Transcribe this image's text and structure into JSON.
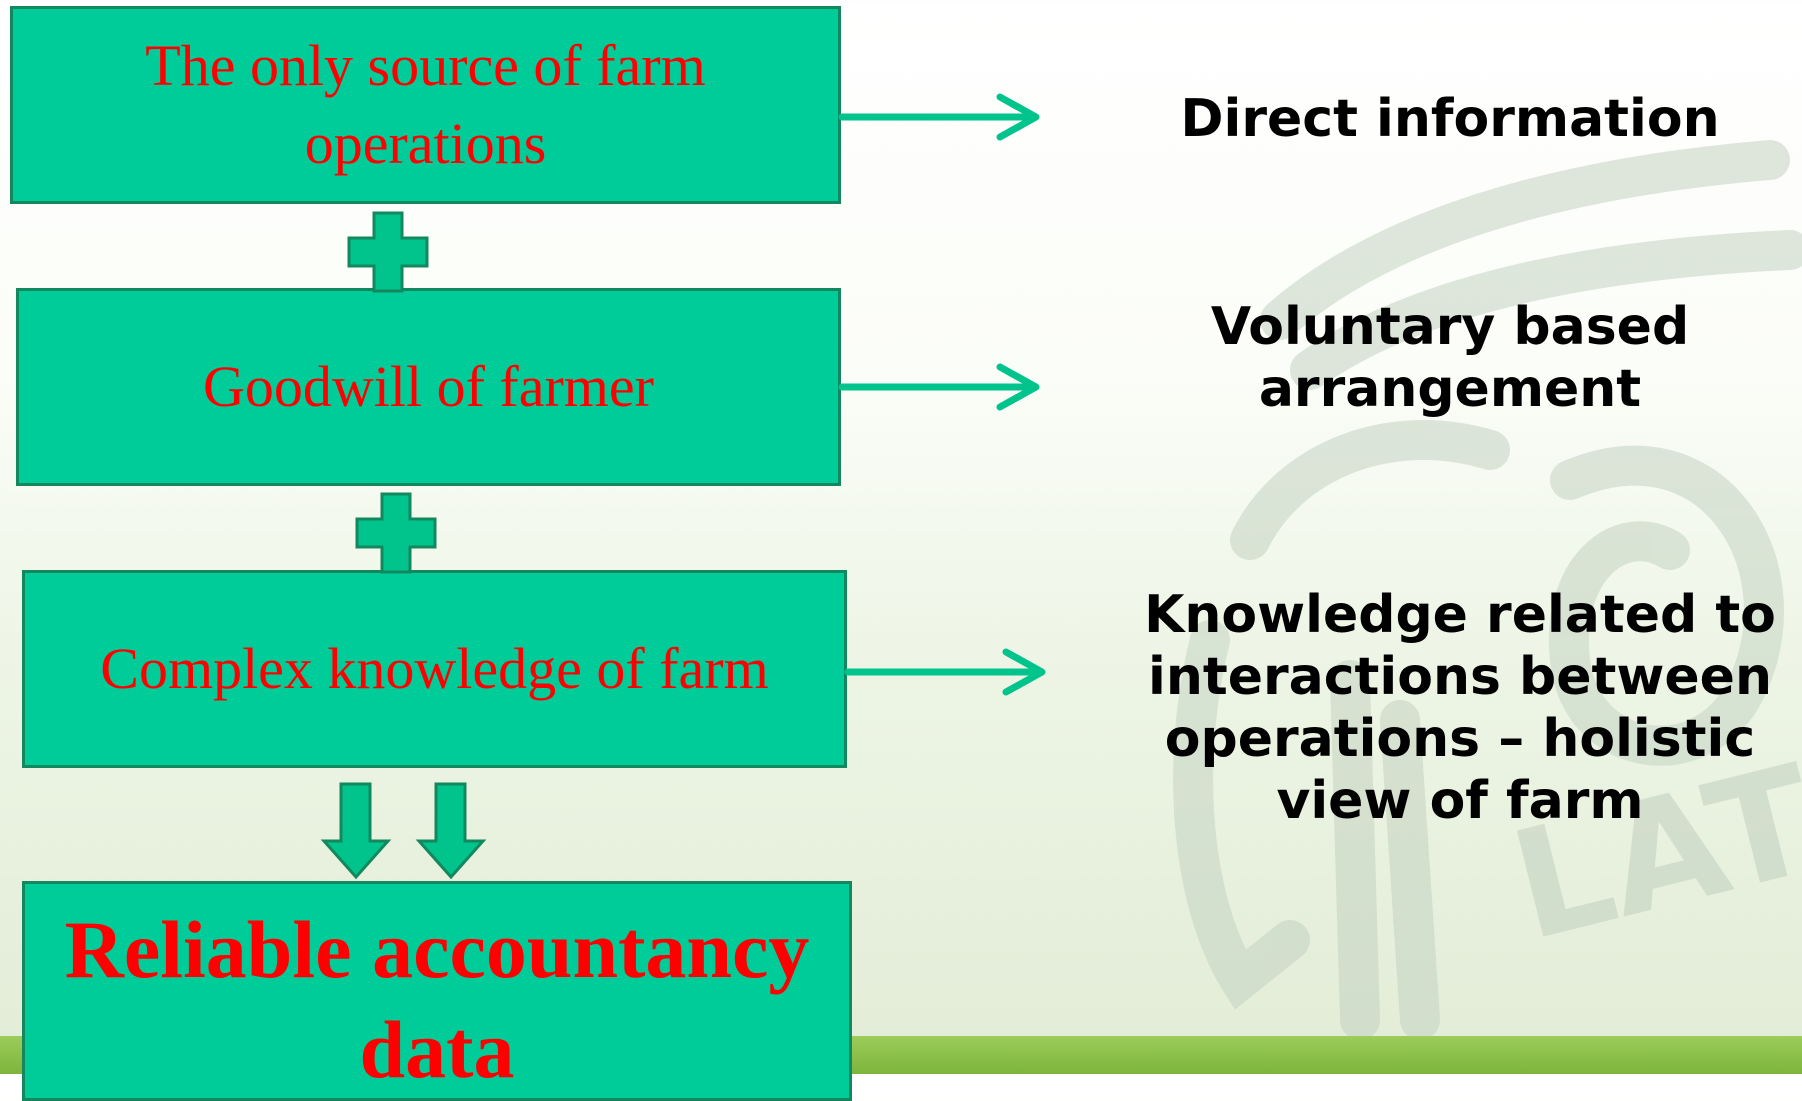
{
  "diagram": {
    "boxes": [
      {
        "id": "source",
        "label": "The only source of farm operations"
      },
      {
        "id": "goodwill",
        "label": "Goodwill of farmer"
      },
      {
        "id": "knowledge",
        "label": "Complex knowledge of farm"
      },
      {
        "id": "result",
        "label": "Reliable accountancy data"
      }
    ],
    "annotations": [
      {
        "for": "source",
        "text": "Direct information"
      },
      {
        "for": "goodwill",
        "text": "Voluntary based arrangement"
      },
      {
        "for": "knowledge",
        "text": "Knowledge related to interactions between operations – holistic view of farm"
      }
    ],
    "connectors": {
      "between_boxes": "plus-icon",
      "to_result": "down-arrow-icon",
      "to_annotation": "right-arrow-icon"
    },
    "watermark": "LAT"
  },
  "colors": {
    "box_fill": "#00cc99",
    "box_border": "#13885e",
    "box_text": "#ff0000",
    "arrow": "#00c48c",
    "annotation_text": "#000000",
    "bottom_band": "#8cc24a"
  }
}
